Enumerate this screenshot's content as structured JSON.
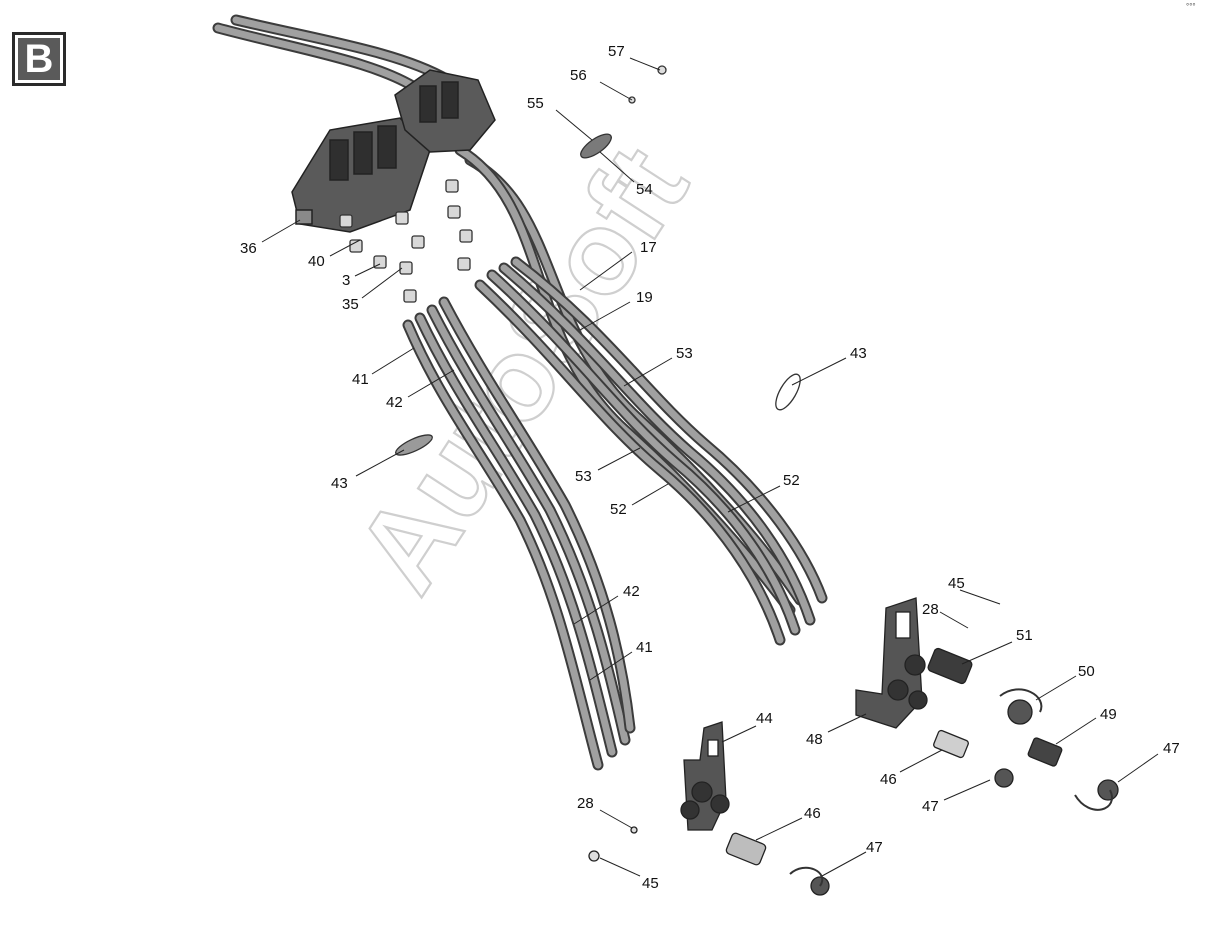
{
  "section_badge": "B",
  "corner_mark": "°°°",
  "watermark": "AutoSoft",
  "colors": {
    "hose": "#9a9a9a",
    "hose_edge": "#3c3c3c",
    "part": "#4a4a4a",
    "line": "#222222",
    "watermark": "#cfcfcf"
  },
  "callouts": [
    "57",
    "56",
    "55",
    "54",
    "36",
    "40",
    "3",
    "35",
    "17",
    "19",
    "53",
    "43",
    "41",
    "42",
    "43",
    "53",
    "52",
    "52",
    "45",
    "28",
    "51",
    "50",
    "49",
    "47",
    "48",
    "46",
    "47",
    "44",
    "42",
    "41",
    "28",
    "46",
    "47",
    "45"
  ]
}
